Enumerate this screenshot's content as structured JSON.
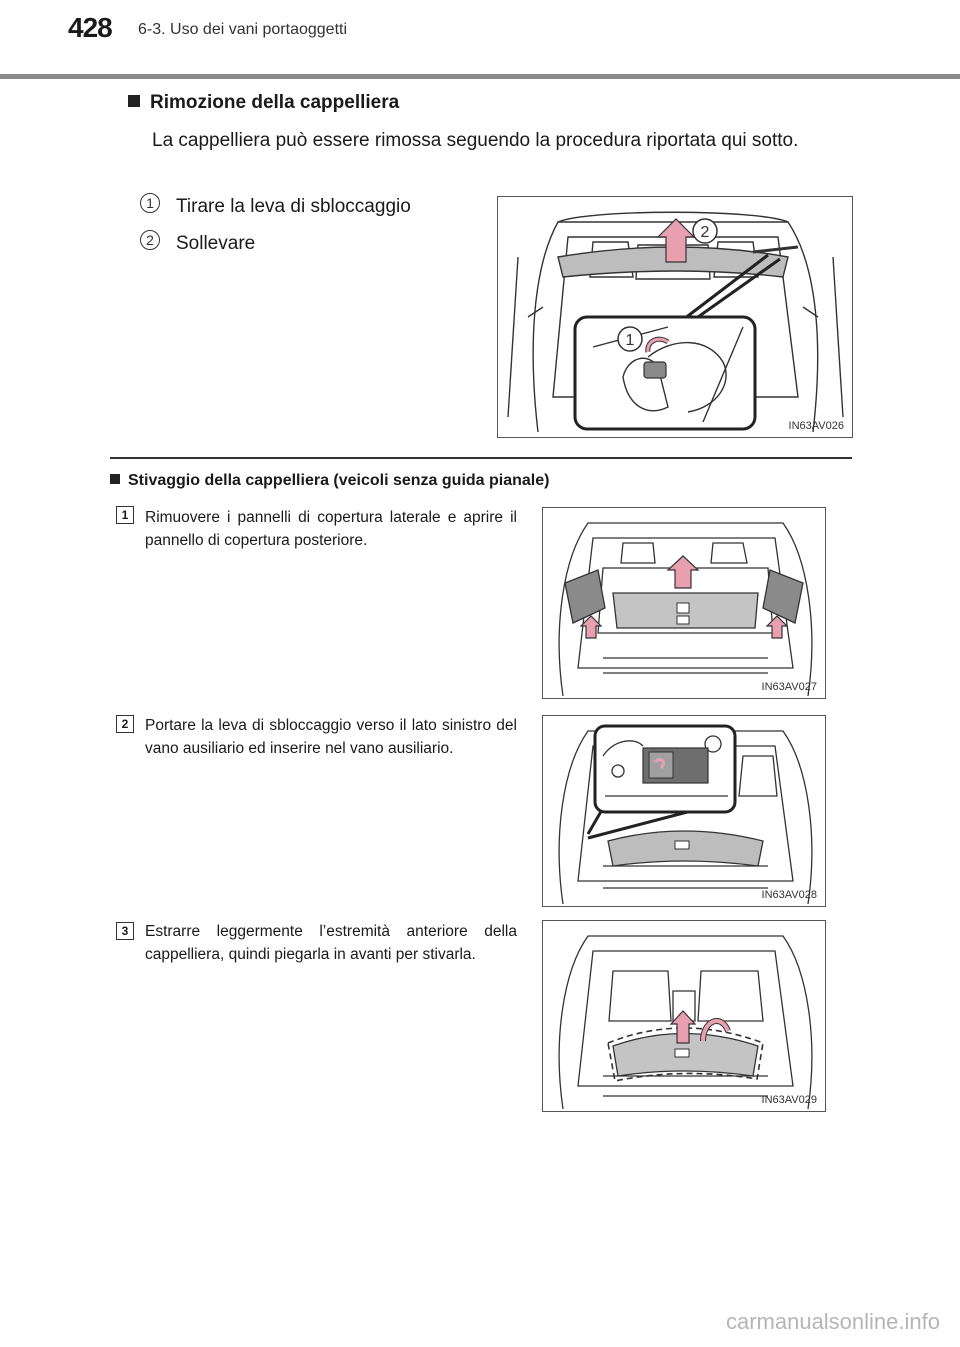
{
  "header": {
    "page_number": "428",
    "chapter": "6-3. Uso dei vani portaoggetti"
  },
  "section1": {
    "title": "Rimozione della cappelliera",
    "intro": "La cappelliera può essere rimossa seguendo la procedura riportata qui sotto.",
    "steps": [
      {
        "num": "1",
        "text": "Tirare la leva di sbloccaggio"
      },
      {
        "num": "2",
        "text": "Sollevare"
      }
    ],
    "figure_code": "IN63AV026",
    "callouts": [
      "1",
      "2"
    ]
  },
  "section2": {
    "title": "Stivaggio della cappelliera (veicoli senza guida pianale)",
    "steps": [
      {
        "num": "1",
        "text": "Rimuovere i pannelli di copertura laterale e aprire il pannello di copertura posteriore.",
        "figure_code": "IN63AV027"
      },
      {
        "num": "2",
        "text": "Portare la leva di sbloccaggio verso il lato sinistro del vano ausiliario ed inserire nel vano ausiliario.",
        "figure_code": "IN63AV028"
      },
      {
        "num": "3",
        "text": "Estrarre leggermente l’estremità anteriore della cappelliera, quindi piegarla in avanti per stivarla.",
        "figure_code": "IN63AV029"
      }
    ]
  },
  "footer": {
    "watermark": "carmanualsonline.info"
  },
  "colors": {
    "accent_arrow": "#e8a0b0",
    "header_rule": "#8a8a8a"
  }
}
